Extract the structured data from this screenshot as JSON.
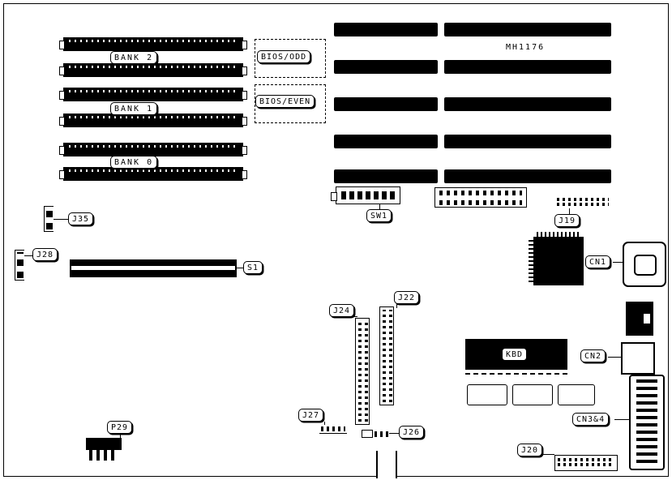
{
  "diagram": {
    "type": "motherboard-layout-diagram",
    "chip_marking": "MH1176",
    "memory_banks": [
      {
        "label": "BANK 2"
      },
      {
        "label": "BANK 1"
      },
      {
        "label": "BANK 0"
      }
    ],
    "bios": {
      "odd": "BIOS/ODD",
      "even": "BIOS/EVEN"
    },
    "connectors": {
      "sw1": "SW1",
      "j19": "J19",
      "j35": "J35",
      "j28": "J28",
      "s1": "S1",
      "j24": "J24",
      "j22": "J22",
      "j27": "J27",
      "j26": "J26",
      "j20": "J20",
      "p29": "P29",
      "cn1": "CN1",
      "cn2": "CN2",
      "cn34": "CN3&4",
      "kbd": "KBD"
    }
  }
}
